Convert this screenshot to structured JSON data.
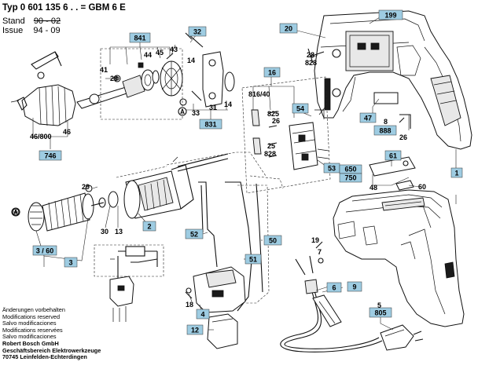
{
  "header": {
    "typ_prefix": "Typ",
    "typ_number": "0 601 135 6 . .",
    "model_sep": "=",
    "model": "GBM 6 E",
    "stand_label": "Stand",
    "stand_value": "90 - 02",
    "issue_label": "Issue",
    "issue_value": "94 - 09"
  },
  "footer": {
    "lines": [
      "Änderungen vorbehalten",
      "Modifications reserved",
      "Salvo modificaciones",
      "Modifications reservées",
      "Salvo modificaciones"
    ],
    "company": [
      "Robert Bosch GmbH",
      "Geschäftsbereich Elektrowerkzeuge",
      "70745 Leinfelden-Echterdingen"
    ]
  },
  "parts": {
    "boxed": {
      "p199": "199",
      "p20": "20",
      "p32": "32",
      "p841": "841",
      "p831": "831",
      "p746": "746",
      "p16": "16",
      "p54": "54",
      "p47": "47",
      "p888": "888",
      "p53": "53",
      "p61": "61",
      "p650": "650",
      "p750": "750",
      "p1": "1",
      "p2": "2",
      "p360": "3 / 60",
      "p3": "3",
      "p52": "52",
      "p50": "50",
      "p51": "51",
      "p6": "6",
      "p9": "9",
      "p805": "805",
      "p4": "4",
      "p12": "12"
    },
    "plain": {
      "p44": "44",
      "p45": "45",
      "p43": "43",
      "p41": "41",
      "p29a": "29",
      "p14a": "14",
      "p14b": "14",
      "p33": "33",
      "p31": "31",
      "p46": "46",
      "p46800": "46/800",
      "p28828a": "28",
      "p828a": "828",
      "p81640": "816/40",
      "p825": "825",
      "p26a": "26",
      "p25": "25",
      "p828b": "828",
      "p8": "8",
      "p26b": "26",
      "p48": "48",
      "p60": "60",
      "p29b": "29",
      "p7": "7",
      "p30": "30",
      "p13": "13",
      "p19": "19",
      "p5": "5",
      "p18": "18"
    }
  }
}
